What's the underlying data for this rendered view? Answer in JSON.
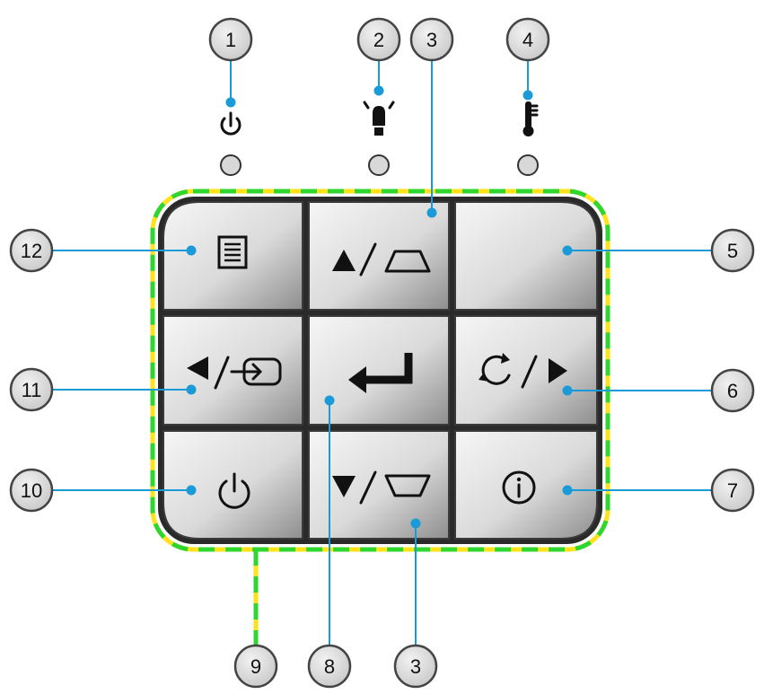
{
  "colors": {
    "leader_line": "#1a9bd7",
    "leader_dot": "#1a9bd7",
    "outline_yellow": "#ffe21a",
    "outline_green": "#2fd62f",
    "callout_fill": "#e3e3e3",
    "callout_stroke": "#555555",
    "key_fill_light": "#f4f4f4",
    "key_fill_dark": "#9a9a9a",
    "key_border": "#3a3a3a"
  },
  "keys": [
    {
      "id": "menu",
      "icon": "menu-icon"
    },
    {
      "id": "up-keystone",
      "icon": "up-keystone-icon"
    },
    {
      "id": "blank",
      "icon": ""
    },
    {
      "id": "left-source",
      "icon": "left-source-icon"
    },
    {
      "id": "enter",
      "icon": "enter-icon"
    },
    {
      "id": "resync-right",
      "icon": "resync-right-icon"
    },
    {
      "id": "power",
      "icon": "power-icon"
    },
    {
      "id": "down-keystone",
      "icon": "down-keystone-icon"
    },
    {
      "id": "info",
      "icon": "info-icon"
    }
  ],
  "indicators": [
    {
      "id": "power-led",
      "icon": "power-icon"
    },
    {
      "id": "lamp-led",
      "icon": "lamp-icon"
    },
    {
      "id": "temp-led",
      "icon": "thermometer-icon"
    }
  ],
  "callouts": {
    "c1": "1",
    "c2": "2",
    "c3_top": "3",
    "c4": "4",
    "c5": "5",
    "c6": "6",
    "c7": "7",
    "c8": "8",
    "c9": "9",
    "c3_bottom": "3",
    "c10": "10",
    "c11": "11",
    "c12": "12"
  }
}
